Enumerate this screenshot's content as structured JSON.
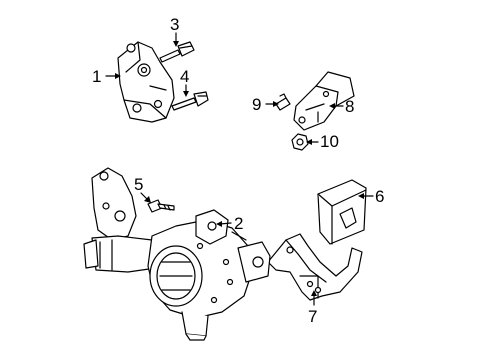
{
  "callouts": [
    {
      "id": "1",
      "label": "1"
    },
    {
      "id": "2",
      "label": "2"
    },
    {
      "id": "3",
      "label": "3"
    },
    {
      "id": "4",
      "label": "4"
    },
    {
      "id": "5",
      "label": "5"
    },
    {
      "id": "6",
      "label": "6"
    },
    {
      "id": "7",
      "label": "7"
    },
    {
      "id": "8",
      "label": "8"
    },
    {
      "id": "9",
      "label": "9"
    },
    {
      "id": "10",
      "label": "10"
    }
  ],
  "colors": {
    "line": "#000000",
    "background": "#ffffff",
    "shade": "#d9d9d9"
  }
}
